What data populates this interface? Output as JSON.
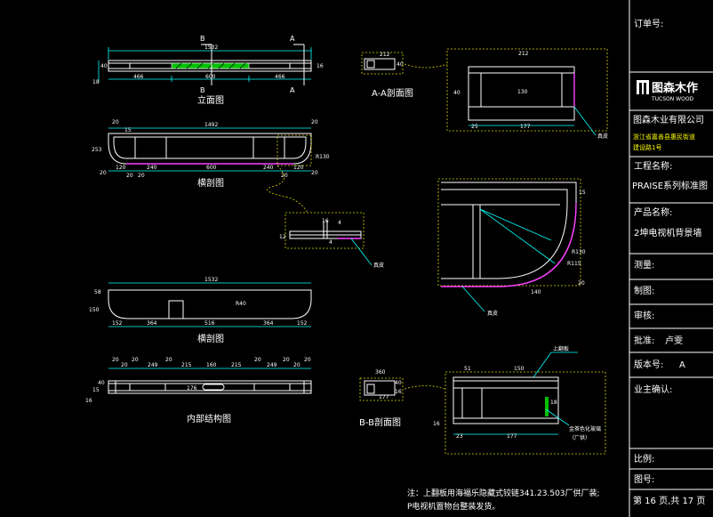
{
  "title_block": {
    "order_no_label": "订单号:",
    "logo_cn": "图森木作",
    "logo_en": "TUCSON WOOD",
    "company": "图森木业有限公司",
    "address_line1": "浙江省嘉善县惠民街道",
    "address_line2": "建设路1号",
    "project_label": "工程名称:",
    "project_value": "PRAISE系列标准图",
    "product_label": "产品名称:",
    "product_value": "2坤电视机背景墙",
    "measure_label": "测量:",
    "drafter_label": "制图:",
    "review_label": "审核:",
    "approve_label": "批准:",
    "approve_value": "卢雯",
    "version_label": "版本号:",
    "version_value": "A",
    "owner_label": "业主确认:",
    "scale_label": "比例:",
    "drawing_no_label": "图号:",
    "page_info": "第 16 页,共 17 页"
  },
  "views": {
    "elevation": "立面图",
    "cross_section_1": "横剖图",
    "cross_section_2": "横剖图",
    "internal_structure": "内部结构图",
    "section_aa": "A-A剖面图",
    "section_bb": "B-B剖面图"
  },
  "callouts": {
    "veneer_1": "真皮",
    "veneer_2": "真皮",
    "veneer_3": "真皮",
    "veneer_4": "真皮",
    "top_panel": "上翻板",
    "glass_1": "金茶色化玻璃",
    "glass_2": "（厂供）"
  },
  "markers": {
    "b_top": "B",
    "a_top": "A",
    "b_bottom": "B",
    "a_bottom": "A"
  },
  "dims": {
    "elev_total": "1532",
    "elev_left": "466",
    "elev_mid": "600",
    "elev_right": "466",
    "elev_h1": "18",
    "elev_h2": "40",
    "elev_h3": "16",
    "xs1_total": "1492",
    "xs1_left": "20",
    "xs1_right": "20",
    "xs1_inner": "15",
    "xs1_h": "253",
    "xs1_b1": "20",
    "xs1_b2": "120",
    "xs1_b3": "20",
    "xs1_b4": "20",
    "xs1_b5": "240",
    "xs1_b6": "600",
    "xs1_b7": "240",
    "xs1_b8": "20",
    "xs1_b9": "120",
    "xs1_b10": "20",
    "xs1_r": "R130",
    "xs2_total": "1532",
    "xs2_h1": "58",
    "xs2_h2": "150",
    "xs2_b1": "152",
    "xs2_b2": "364",
    "xs2_b3": "516",
    "xs2_b4": "364",
    "xs2_b5": "152",
    "xs2_r": "R40",
    "int_b1": "20",
    "int_b2": "20",
    "int_b3": "20",
    "int_b4": "249",
    "int_b5": "20",
    "int_b6": "215",
    "int_b7": "160",
    "int_b8": "215",
    "int_b9": "20",
    "int_b10": "249",
    "int_b11": "20",
    "int_b12": "20",
    "int_b13": "20",
    "int_h1": "15",
    "int_h2": "40",
    "int_h3": "16",
    "int_slot": "176",
    "aa_w": "212",
    "aa_h": "40",
    "aa_big_w": "212",
    "aa_big_mid": "130",
    "aa_big_l": "25",
    "aa_big_b": "177",
    "aa_big_h": "40",
    "det_a": "16",
    "det_b": "4",
    "det_c": "12",
    "det_d": "4",
    "corner_h": "15",
    "corner_r1": "R130",
    "corner_r2": "R115",
    "corner_w": "140",
    "corner_h2": "20",
    "bb_w": "360",
    "bb_b": "177",
    "bb_h1": "40",
    "bb_h2": "16",
    "bb_big_l": "51",
    "bb_big_r": "150",
    "bb_big_b1": "23",
    "bb_big_b2": "177",
    "bb_big_h1": "18",
    "bb_big_h2": "16"
  },
  "note": {
    "line1": "注：上翻板用海福乐隐藏式铰链341.23.503厂供厂装;",
    "line2": "P电视机置物台整装发货。"
  }
}
